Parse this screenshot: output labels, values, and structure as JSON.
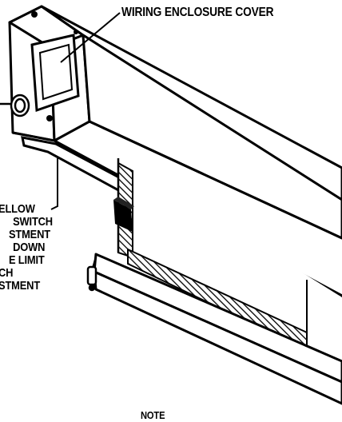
{
  "labels": {
    "wiring_enclosure_cover": "WIRING ENCLOSURE COVER",
    "yellow_line_1": "ELLOW",
    "yellow_line_2": "SWITCH",
    "yellow_line_3": "STMENT",
    "yellow_line_4": "DOWN",
    "yellow_line_5": "E LIMIT",
    "yellow_line_6": "CH",
    "yellow_line_7": "STMENT",
    "note": "NOTE"
  }
}
